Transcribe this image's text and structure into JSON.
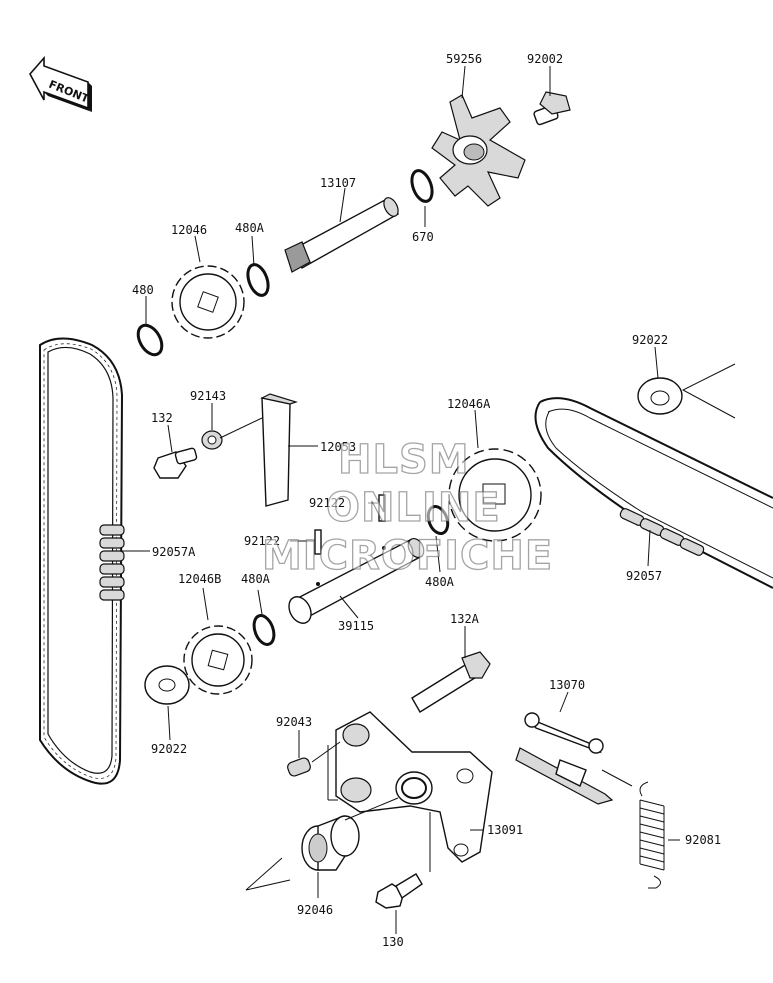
{
  "front_label": "FRONT",
  "watermark": [
    "HLSM",
    "ONLINE",
    "MICROFICHE"
  ],
  "callouts": [
    {
      "id": "p59256",
      "text": "59256"
    },
    {
      "id": "p92002",
      "text": "92002"
    },
    {
      "id": "p13107",
      "text": "13107"
    },
    {
      "id": "p670",
      "text": "670"
    },
    {
      "id": "p12046",
      "text": "12046"
    },
    {
      "id": "p480A_1",
      "text": "480A"
    },
    {
      "id": "p480",
      "text": "480"
    },
    {
      "id": "p92022_1",
      "text": "92022"
    },
    {
      "id": "p92143",
      "text": "92143"
    },
    {
      "id": "p132",
      "text": "132"
    },
    {
      "id": "p12053",
      "text": "12053"
    },
    {
      "id": "p12046A",
      "text": "12046A"
    },
    {
      "id": "p92122_1",
      "text": "92122"
    },
    {
      "id": "p92057A",
      "text": "92057A"
    },
    {
      "id": "p92122_2",
      "text": "92122"
    },
    {
      "id": "p480A_2",
      "text": "480A"
    },
    {
      "id": "p92057",
      "text": "92057"
    },
    {
      "id": "p12046B",
      "text": "12046B"
    },
    {
      "id": "p480A_3",
      "text": "480A"
    },
    {
      "id": "p39115",
      "text": "39115"
    },
    {
      "id": "p132A",
      "text": "132A"
    },
    {
      "id": "p13070",
      "text": "13070"
    },
    {
      "id": "p92022_2",
      "text": "92022"
    },
    {
      "id": "p92043",
      "text": "92043"
    },
    {
      "id": "p13091",
      "text": "13091"
    },
    {
      "id": "p92081",
      "text": "92081"
    },
    {
      "id": "p92046",
      "text": "92046"
    },
    {
      "id": "p130",
      "text": "130"
    }
  ]
}
